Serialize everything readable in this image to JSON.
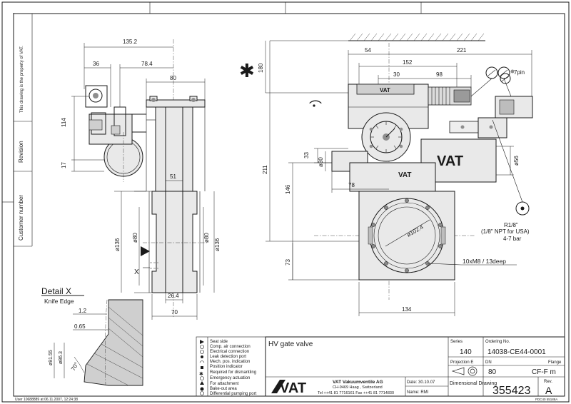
{
  "side_labels": {
    "property_note": "This drawing is the property of VAT.",
    "revision": "Revision",
    "customer_number": "Customer number"
  },
  "bottom_note": "User 10688889 at 06.11.2007, 12:24:38",
  "left_view": {
    "dims": {
      "d135_2": "135.2",
      "d36": "36",
      "d78_4": "78.4",
      "d80_top": "80",
      "d114": "114",
      "d17": "17",
      "d51": "51",
      "d136_l": "ø136",
      "d80_l": "ø80",
      "d80_r": "ø80",
      "d136_r": "ø136",
      "d26_4": "26.4",
      "d70": "70"
    },
    "marker_x": "X"
  },
  "right_view": {
    "dims": {
      "d180": "180",
      "d54": "54",
      "d221": "221",
      "d152": "152",
      "d30": "30",
      "d98": "98",
      "d33": "33",
      "d30dia": "ø30",
      "d211": "211",
      "d78": "78",
      "d146": "146",
      "d56": "ø56",
      "d102_4": "ø102.4",
      "d73": "73",
      "d134": "134"
    },
    "pin_label": "7pin",
    "thread_note": [
      "R1/8\"",
      "(1/8\" NPT for USA)",
      "4-7 bar"
    ],
    "hole_note": "10xM8 / 13deep",
    "logo_text": "VAT"
  },
  "detail": {
    "title": "Detail X",
    "subtitle": "Knife Edge",
    "dims": {
      "d1_2": "1.2",
      "d0_65": "0.65",
      "d91_55": "ø91.55",
      "d86_3": "ø86.3",
      "angle": "70°"
    }
  },
  "legend": [
    "Seat side",
    "Comp. air connection",
    "Electrical connection",
    "Leak detection port",
    "Mech. pos. indication",
    "Position indicator",
    "Required for dismantling",
    "Emergency actuation",
    "For attachment",
    "Bake-out area",
    "Differential pumping port"
  ],
  "title_block": {
    "description": "HV gate valve",
    "series_label": "Series",
    "series_value": "140",
    "ordering_label": "Ordering No.",
    "ordering_value": "14038-CE44-0001",
    "projection_label": "Projection E",
    "dn_label": "DN",
    "dn_value": "80",
    "flange_label": "Flange",
    "flange_value": "CF-F m",
    "company_name": "VAT Vakuumventile AG",
    "company_address": "CH-9469 Haag , Switzerland",
    "company_contact": "Tel ++41 81 7716161 Fax ++41 81 7714830",
    "date": "Date: 30.10.07",
    "name": "Name: RMI",
    "drawing_type": "Dimensional Drawing",
    "drawing_number": "355423",
    "rev_label": "Rev.",
    "rev_value": "A",
    "logo": "VAT",
    "corner_code": "PDC40 55188A"
  }
}
